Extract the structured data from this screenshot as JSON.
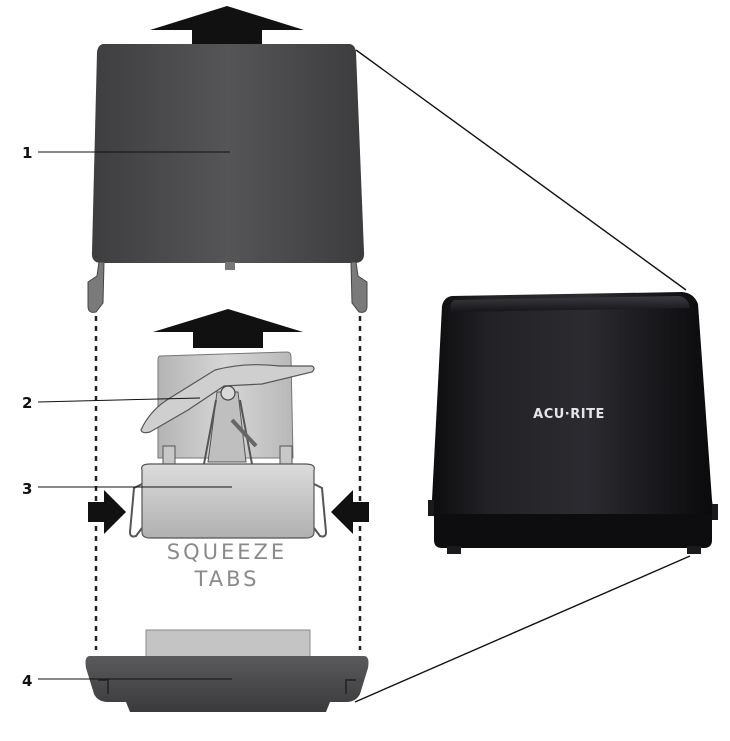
{
  "diagram": {
    "callouts": [
      {
        "label": "1"
      },
      {
        "label": "2"
      },
      {
        "label": "3"
      },
      {
        "label": "4"
      }
    ],
    "squeeze_text": {
      "line1": "SQUEEZE",
      "line2": "TABS"
    },
    "product": {
      "brand": "AcuRite",
      "brand_display": "ACU·RITE"
    },
    "colors": {
      "cover": "#4a4a4c",
      "base": "#454547",
      "inner_module": "#c8c8c8",
      "arrow": "#111111",
      "product_body": "#141416"
    },
    "icons": [
      "up-arrow-icon",
      "right-arrow-icon",
      "left-arrow-icon"
    ]
  }
}
